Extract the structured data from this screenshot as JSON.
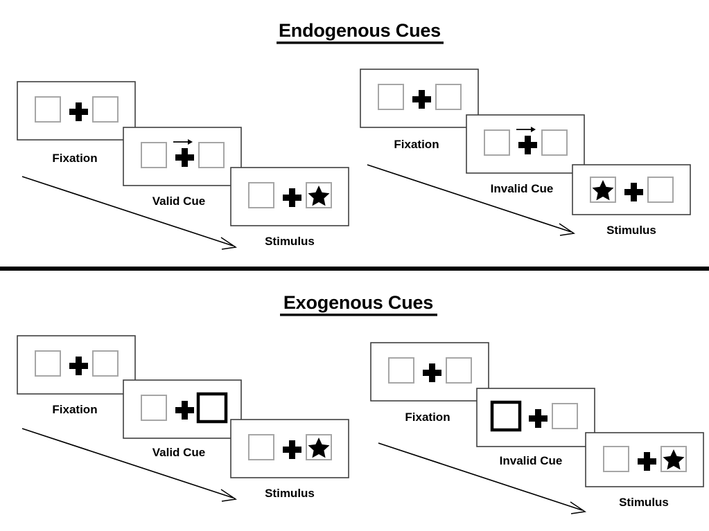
{
  "figure": {
    "background_color": "#ffffff",
    "frame_stroke_color": "#3f3f3f",
    "box_plain_stroke_color": "#a6a6a6",
    "box_highlight_stroke_color": "#000000",
    "symbol_color": "#000000",
    "divider_color": "#000000"
  },
  "sections": [
    {
      "id": "endogenous",
      "title": "Endogenous Cues",
      "sequences": [
        {
          "id": "endogenous-valid",
          "panels": [
            {
              "label": "Fixation",
              "left_box": "empty",
              "right_box": "empty",
              "center_symbol": "plus",
              "cue_symbol": "none"
            },
            {
              "label": "Valid Cue",
              "left_box": "empty",
              "right_box": "empty",
              "center_symbol": "plus",
              "cue_symbol": "arrow-right"
            },
            {
              "label": "Stimulus",
              "left_box": "empty",
              "right_box": "star",
              "center_symbol": "plus",
              "cue_symbol": "none"
            }
          ]
        },
        {
          "id": "endogenous-invalid",
          "panels": [
            {
              "label": "Fixation",
              "left_box": "empty",
              "right_box": "empty",
              "center_symbol": "plus",
              "cue_symbol": "none"
            },
            {
              "label": "Invalid Cue",
              "left_box": "empty",
              "right_box": "empty",
              "center_symbol": "plus",
              "cue_symbol": "arrow-right"
            },
            {
              "label": "Stimulus",
              "left_box": "star",
              "right_box": "empty",
              "center_symbol": "plus",
              "cue_symbol": "none"
            }
          ]
        }
      ]
    },
    {
      "id": "exogenous",
      "title": "Exogenous Cues",
      "sequences": [
        {
          "id": "exogenous-valid",
          "panels": [
            {
              "label": "Fixation",
              "left_box": "empty",
              "right_box": "empty",
              "center_symbol": "plus",
              "cue_symbol": "none"
            },
            {
              "label": "Valid Cue",
              "left_box": "empty",
              "right_box": "highlight",
              "center_symbol": "plus",
              "cue_symbol": "none"
            },
            {
              "label": "Stimulus",
              "left_box": "empty",
              "right_box": "star",
              "center_symbol": "plus",
              "cue_symbol": "none"
            }
          ]
        },
        {
          "id": "exogenous-invalid",
          "panels": [
            {
              "label": "Fixation",
              "left_box": "empty",
              "right_box": "empty",
              "center_symbol": "plus",
              "cue_symbol": "none"
            },
            {
              "label": "Invalid Cue",
              "left_box": "highlight",
              "right_box": "empty",
              "center_symbol": "plus",
              "cue_symbol": "none"
            },
            {
              "label": "Stimulus",
              "left_box": "empty",
              "right_box": "star",
              "center_symbol": "plus",
              "cue_symbol": "none"
            }
          ]
        }
      ]
    }
  ]
}
